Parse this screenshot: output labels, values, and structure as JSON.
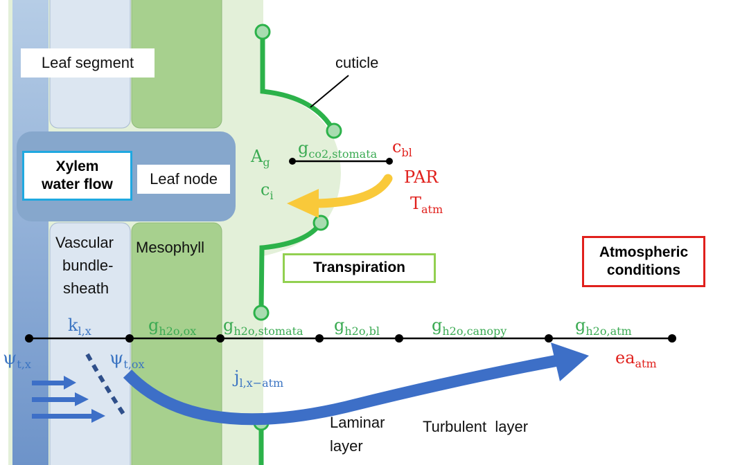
{
  "labels": {
    "leaf_segment": "Leaf segment",
    "leaf_node": "Leaf node",
    "xylem_water_flow": "Xylem water flow",
    "vascular_bundle_sheath": [
      "Vascular",
      "bundle-",
      "sheath"
    ],
    "mesophyll": "Mesophyll",
    "cuticle": "cuticle",
    "transpiration": "Transpiration",
    "atmospheric_conditions": "Atmospheric conditions",
    "laminar_layer": [
      "Laminar",
      "layer"
    ],
    "turbulent_layer": "Turbulent  layer"
  },
  "symbols": {
    "Ag": {
      "base": "A",
      "sub": "g"
    },
    "ci": {
      "base": "c",
      "sub": "i"
    },
    "gco2_stomata": {
      "base": "g",
      "sub": "co2,stomata"
    },
    "cbl": {
      "base": "c",
      "sub": "bl"
    },
    "PAR": {
      "base": "PAR",
      "sub": ""
    },
    "Tatm": {
      "base": "T",
      "sub": "atm"
    },
    "klx": {
      "base": "k",
      "sub": "l,x"
    },
    "gh2o_ox": {
      "base": "g",
      "sub": "h2o,ox"
    },
    "gh2o_stomata": {
      "base": "g",
      "sub": "h2o,stomata"
    },
    "gh2o_bl": {
      "base": "g",
      "sub": "h2o,bl"
    },
    "gh2o_canopy": {
      "base": "g",
      "sub": "h2o,canopy"
    },
    "gh2o_atm": {
      "base": "g",
      "sub": "h2o,atm"
    },
    "psi_tx": {
      "base": "ψ",
      "sub": "t,x"
    },
    "psi_tox": {
      "base": "ψ",
      "sub": "t,ox"
    },
    "j_lx_atm": {
      "base": "j",
      "sub": "l,x−atm"
    },
    "ea_atm": {
      "base": "ea",
      "sub": "atm"
    }
  },
  "colors": {
    "green_text": "#3aaa52",
    "red_text": "#e0201c",
    "blue_text": "#3b74c2",
    "flow_arrow": "#3d6fc7",
    "light_arrow": "#f9c93a",
    "cuticle_stroke": "#2cb24a"
  }
}
